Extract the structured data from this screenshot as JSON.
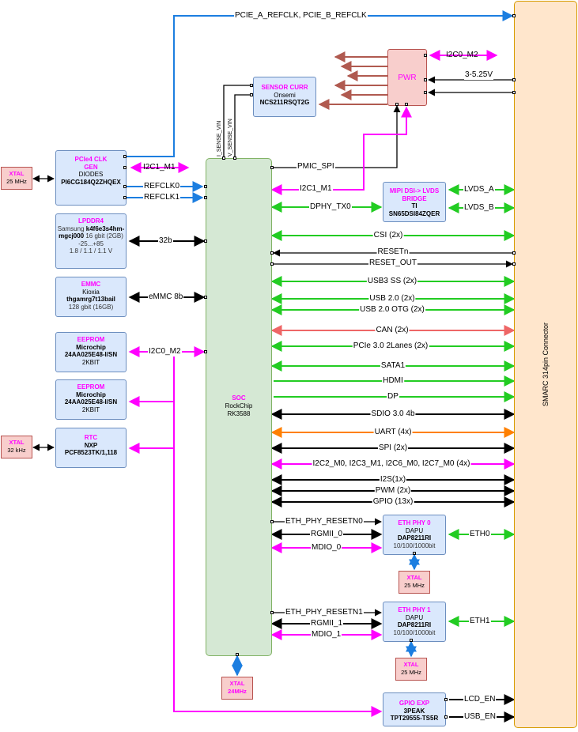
{
  "smarc": {
    "label": "SMARC 314pin Connector"
  },
  "soc": {
    "title": "SOC",
    "vendor": "RockChip",
    "part": "RK3588"
  },
  "pwr": {
    "title": "PWR"
  },
  "sensor": {
    "title": "SENSOR CURR",
    "vendor": "Onsemi",
    "part": "NCS211RSQT2G"
  },
  "pcie_gen": {
    "title": "PCIe4 CLK GEN",
    "vendor": "DIODES",
    "part": "PI6CG184Q2ZHQEX"
  },
  "lpddr": {
    "title": "LPDDR4",
    "vendor": "Samsung",
    "part_a": "k4f6e3s4hm-",
    "part_b": "mgcj000",
    "size": "16 gbit (2GB)",
    "temp": "-25...+85",
    "volt": "1.8 / 1.1 / 1.1 V"
  },
  "emmc": {
    "title": "EMMC",
    "vendor": "Kioxia",
    "part": "thgamrg7t13bail",
    "size": "128 gbit (16GB)"
  },
  "eeprom1": {
    "title": "EEPROM",
    "vendor": "Microchip",
    "part": "24AA025E48-I/SN",
    "size": "2KBIT"
  },
  "eeprom2": {
    "title": "EEPROM",
    "vendor": "Microchip",
    "part": "24AA025E48-I/SN",
    "size": "2KBIT"
  },
  "rtc": {
    "title": "RTC",
    "vendor": "NXP",
    "part": "PCF8523TK/1,118"
  },
  "mipi": {
    "title": "MIPI DSI-> LVDS BRIDGE",
    "vendor": "TI",
    "part": "SN65DSI84ZQER"
  },
  "eth0": {
    "title": "ETH PHY 0",
    "vendor": "DAPU",
    "part": "DAP8211RI",
    "speed": "10/100/1000bit"
  },
  "eth1": {
    "title": "ETH PHY 1",
    "vendor": "DAPU",
    "part": "DAP8211RI",
    "speed": "10/100/1000bit"
  },
  "gpio_exp": {
    "title": "GPIO EXP",
    "vendor": "3PEAK",
    "part": "TPT29555-TS5R"
  },
  "xtals": {
    "pcie": {
      "title": "XTAL",
      "freq": "25 MHz"
    },
    "rtc": {
      "title": "XTAL",
      "freq": "32 kHz"
    },
    "soc": {
      "title": "XTAL",
      "freq": "24MHz"
    },
    "eth0": {
      "title": "XTAL",
      "freq": "25 MHz"
    },
    "eth1": {
      "title": "XTAL",
      "freq": "25 MHz"
    }
  },
  "labels": {
    "pcie_refclk": "PCIE_A_REFCLK, PCIE_B_REFCLK",
    "i2c0_m2_pwr": "I2C0_M2",
    "vin": "3-5.25V",
    "i_sense": "I_SENSE_VIN",
    "v_sense": "V_SENSE_VIN",
    "pmic_spi": "PMIC_SPI",
    "i2c1_m1_gen": "I2C1_M1",
    "i2c1_m1": "I2C1_M1",
    "refclk0": "REFCLK0",
    "refclk1": "REFCLK1",
    "dphy": "DPHY_TX0",
    "lvds_a": "LVDS_A",
    "lvds_b": "LVDS_B",
    "ddr32": "32b",
    "emmc8": "eMMC 8b",
    "i2c0_m2": "I2C0_M2",
    "csi": "CSI (2x)",
    "resetn": "RESETn",
    "reset_out": "RESET_OUT",
    "usb3": "USB3 SS (2x)",
    "usb2": "USB 2.0 (2x)",
    "usb2otg": "USB 2.0 OTG (2x)",
    "can": "CAN (2x)",
    "pcie3": "PCIe 3.0 2Lanes (2x)",
    "sata": "SATA1",
    "hdmi": "HDMI",
    "dp": "DP",
    "sdio": "SDIO 3.0 4b",
    "uart": "UART (4x)",
    "spi": "SPI (2x)",
    "i2c_multi": "I2C2_M0, I2C3_M1, I2C6_M0, I2C7_M0 (4x)",
    "i2s": "I2S(1x)",
    "pwm": "PWM (2x)",
    "gpio": "GPIO (13x)",
    "eth_rst0": "ETH_PHY_RESETN0",
    "rgmii0": "RGMII_0",
    "mdio0": "MDIO_0",
    "eth0_out": "ETH0",
    "eth_rst1": "ETH_PHY_RESETN1",
    "rgmii1": "RGMII_1",
    "mdio1": "MDIO_1",
    "eth1_out": "ETH1",
    "lcd_en": "LCD_EN",
    "usb_en": "USB_EN"
  },
  "colors": {
    "black": "#000000",
    "blue": "#1c7ee0",
    "green": "#22cc22",
    "magenta": "#ff00ff",
    "brown": "#b05a50",
    "salmon": "#ee6666",
    "orange": "#ff8000"
  }
}
